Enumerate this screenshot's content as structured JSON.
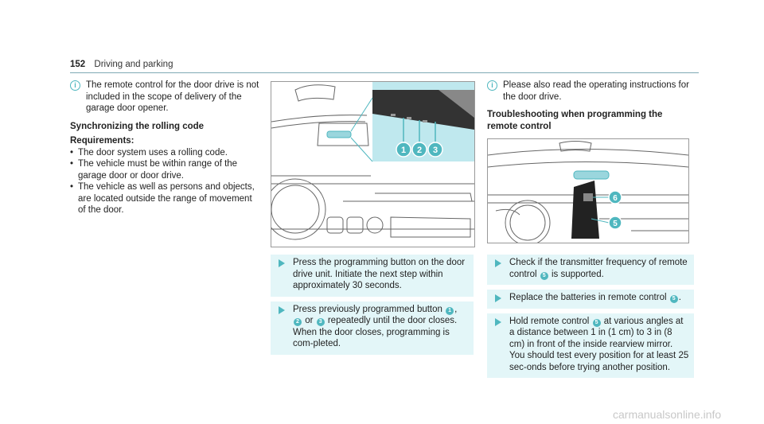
{
  "header": {
    "page_number": "152",
    "section": "Driving and parking"
  },
  "col1": {
    "note": "The remote control for the door drive is not included in the scope of delivery of the garage door opener.",
    "heading": "Synchronizing the rolling code",
    "requirements_label": "Requirements:",
    "requirements": [
      "The door system uses a rolling code.",
      "The vehicle must be within range of the garage door or door drive.",
      "The vehicle as well as persons and objects, are located outside the range of movement of the door."
    ]
  },
  "col2": {
    "step1": "Press the programming button on the door drive unit. Initiate the next step within approximately 30 seconds.",
    "step2_a": "Press previously programmed button",
    "step2_b": "or",
    "step2_c": "repeatedly until the door closes. When the door closes, programming is com-pleted.",
    "callouts": [
      "1",
      "2",
      "3"
    ]
  },
  "col3": {
    "note": "Please also read the operating instructions for the door drive.",
    "heading": "Troubleshooting when programming the remote control",
    "step1_a": "Check if the transmitter frequency of remote control",
    "step1_b": "is supported.",
    "step2_a": "Replace the batteries in remote control",
    "step2_b": ".",
    "step3_a": "Hold remote control",
    "step3_b": "at various angles at a distance between 1 in (1 cm) to 3 in (8 cm) in front of the inside rearview mirror. You should test every position for at least 25 sec-onds before trying another position.",
    "callouts": [
      "5",
      "6"
    ]
  },
  "watermark": "carmanualsonline.info",
  "colors": {
    "accent": "#4fb7bf",
    "step_bg": "#e3f6f8",
    "rule": "#7fa9b4"
  }
}
